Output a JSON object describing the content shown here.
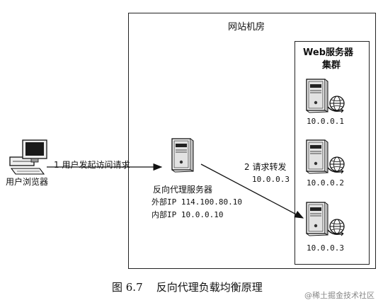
{
  "room": {
    "title": "网站机房"
  },
  "cluster": {
    "title_line1": "Web服务器",
    "title_line2": "集群"
  },
  "servers": [
    {
      "ip": "10.0.0.1"
    },
    {
      "ip": "10.0.0.2"
    },
    {
      "ip": "10.0.0.3"
    }
  ],
  "browser": {
    "label": "用户浏览器"
  },
  "proxy": {
    "name": "反向代理服务器",
    "outer_ip": "外部IP  114.100.80.10",
    "inner_ip": "内部IP  10.0.0.10"
  },
  "step1": {
    "label": "1 用户发起访问请求"
  },
  "step2": {
    "label": "2 请求转发",
    "target_ip": "10.0.0.3"
  },
  "caption": "图 6.7    反向代理负载均衡原理",
  "watermark": "@稀土掘金技术社区"
}
